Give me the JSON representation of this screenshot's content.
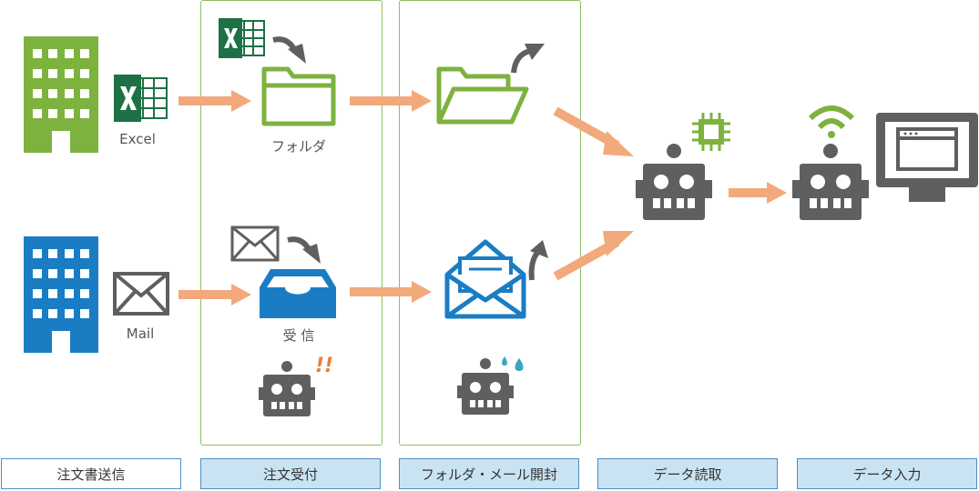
{
  "labels": {
    "excel": "Excel",
    "mail": "Mail",
    "folder": "フォルダ",
    "receive": "受 信"
  },
  "exclaim": "!!",
  "steps": [
    {
      "label": "注文書送信"
    },
    {
      "label": "注文受付"
    },
    {
      "label": "フォルダ・メール開封"
    },
    {
      "label": "データ読取"
    },
    {
      "label": "データ入力"
    }
  ],
  "colors": {
    "green": "#7db23f",
    "blue": "#1a7dc4",
    "gray": "#5f5f5f",
    "arrow": "#f2a97b",
    "excel": "#1e7145",
    "stage_border": "#8cc063",
    "step_fill": "#c9e3f3"
  }
}
